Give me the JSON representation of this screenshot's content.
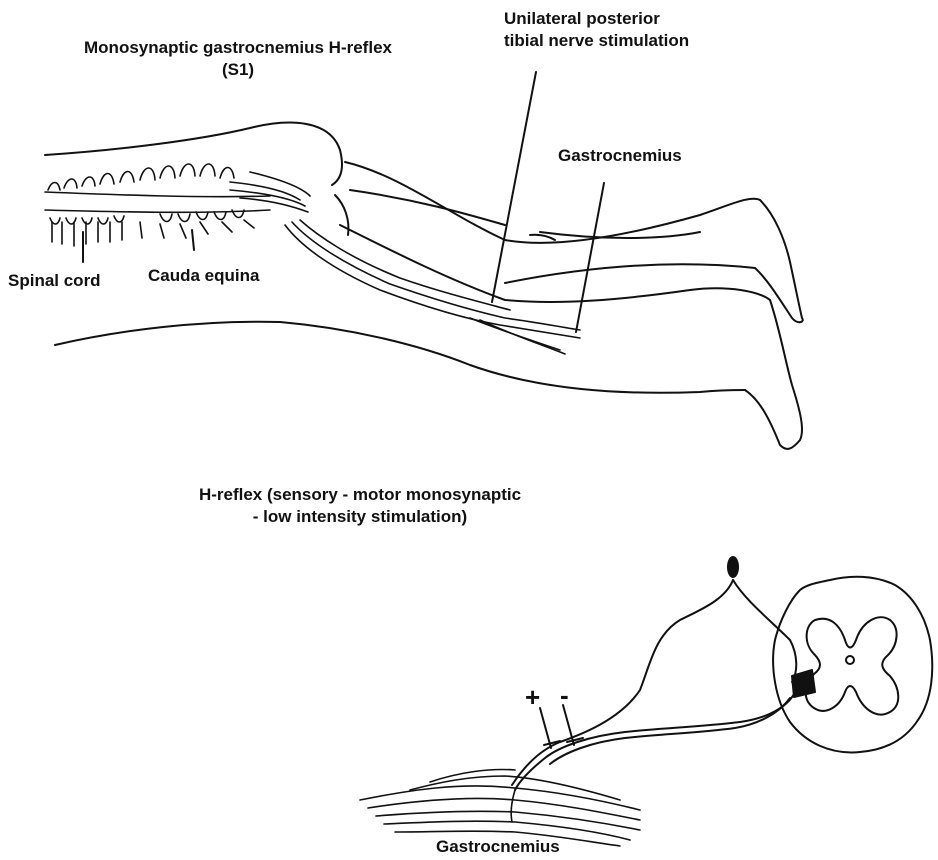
{
  "top_panel": {
    "title_line1": "Monosynaptic gastrocnemius H-reflex",
    "title_line2": "(S1)",
    "stimulation_line1": "Unilateral posterior",
    "stimulation_line2": "tibial nerve stimulation",
    "muscle_label": "Gastrocnemius",
    "spinal_cord_label": "Spinal cord",
    "cauda_equina_label": "Cauda equina"
  },
  "bottom_panel": {
    "title_line1": "H-reflex (sensory - motor monosynaptic",
    "title_line2": "- low intensity stimulation)",
    "electrode_plus": "+",
    "electrode_minus": "-",
    "muscle_label": "Gastrocnemius"
  },
  "colors": {
    "ink": "#111111",
    "background": "#ffffff"
  }
}
